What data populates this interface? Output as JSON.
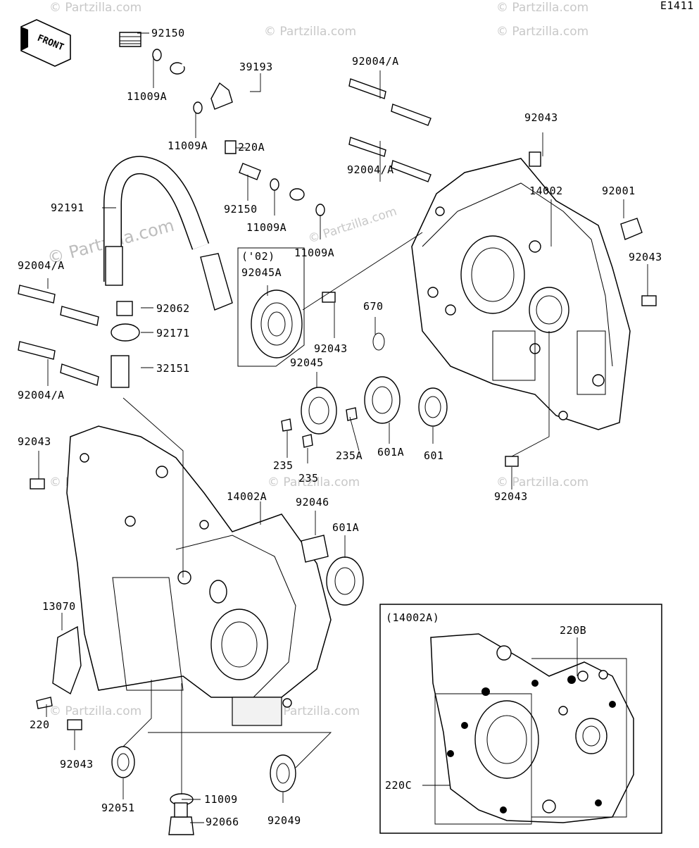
{
  "diagram_code": "E1411",
  "front_label": "FRONT",
  "watermark": "© Partzilla.com",
  "watermark_large": "© Partzilla.com",
  "inset_title": "(14002A)",
  "group_title": "('02)",
  "labels": {
    "p92150_top": "92150",
    "p11009A_a": "11009A",
    "p39193": "39193",
    "p92004A_tr1": "92004/A",
    "p92043_tr": "92043",
    "p11009A_b": "11009A",
    "p220A": "220A",
    "p92004A_tr2": "92004/A",
    "p14002": "14002",
    "p92001": "92001",
    "p92191": "92191",
    "p92150_mid": "92150",
    "p11009A_c": "11009A",
    "p11009A_d": "11009A",
    "p92043_r": "92043",
    "p92004A_l1": "92004/A",
    "p92045A": "92045A",
    "p670": "670",
    "p92062": "92062",
    "p92043_mid": "92043",
    "p92171": "92171",
    "p92045": "92045",
    "p32151": "32151",
    "p92004A_l2": "92004/A",
    "p92043_l": "92043",
    "p235": "235",
    "p235A": "235A",
    "p601A_a": "601A",
    "p601": "601",
    "p235_b": "235",
    "p92043_br": "92043",
    "p14002A": "14002A",
    "p92046": "92046",
    "p601A_b": "601A",
    "p13070": "13070",
    "p220": "220",
    "p92043_bl": "92043",
    "p11009": "11009",
    "p92051": "92051",
    "p92049": "92049",
    "p92066": "92066",
    "p220B": "220B",
    "p220C": "220C"
  }
}
